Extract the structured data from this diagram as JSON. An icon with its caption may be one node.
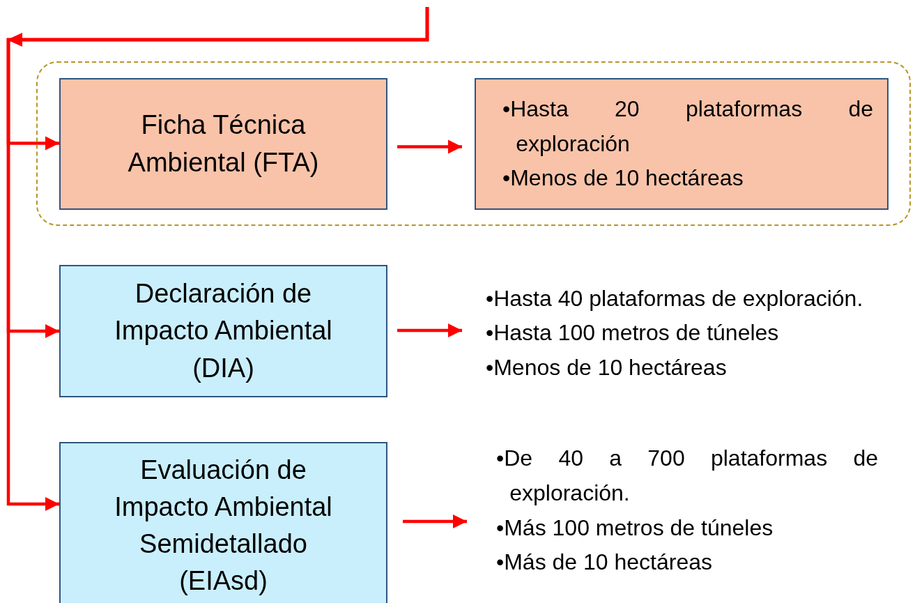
{
  "diagram": {
    "nodes": [
      {
        "text": [],
        "shape": "box"
      },
      {
        "text": [
          "Ficha Técnica Ambiental (FTA)"
        ],
        "in": 0
      },
      {
        "text": [
          "•Hasta 20 plataformas de exploración",
          "•Menos de 10 hectáreas"
        ],
        "in": 0
      },
      {
        "text": [
          "Declaración de Impacto Ambiental (DIA)"
        ]
      },
      {
        "text": [
          "•Hasta 40 plataformas de exploración.",
          "•Hasta 100 metros de túneles",
          "•Menos de 10 hectáreas"
        ]
      },
      {
        "text": [
          "Evaluación de Impacto Ambiental Semidetallado (EIAsd)"
        ]
      },
      {
        "text": [
          "•De 40 a 700 plataformas de exploración.",
          "•Más 100 metros de túneles",
          "•Más de 10 hectáreas"
        ]
      }
    ],
    "edges": [
      {
        "from": null,
        "to": 1,
        "arrow": "to"
      },
      {
        "from": null,
        "to": 3,
        "arrow": "to"
      },
      {
        "from": null,
        "to": 5,
        "arrow": "to"
      },
      {
        "from": 1,
        "to": 2,
        "arrow": "to"
      },
      {
        "from": 3,
        "to": 4,
        "arrow": "to"
      },
      {
        "from": 5,
        "to": 6,
        "arrow": "to"
      }
    ]
  }
}
